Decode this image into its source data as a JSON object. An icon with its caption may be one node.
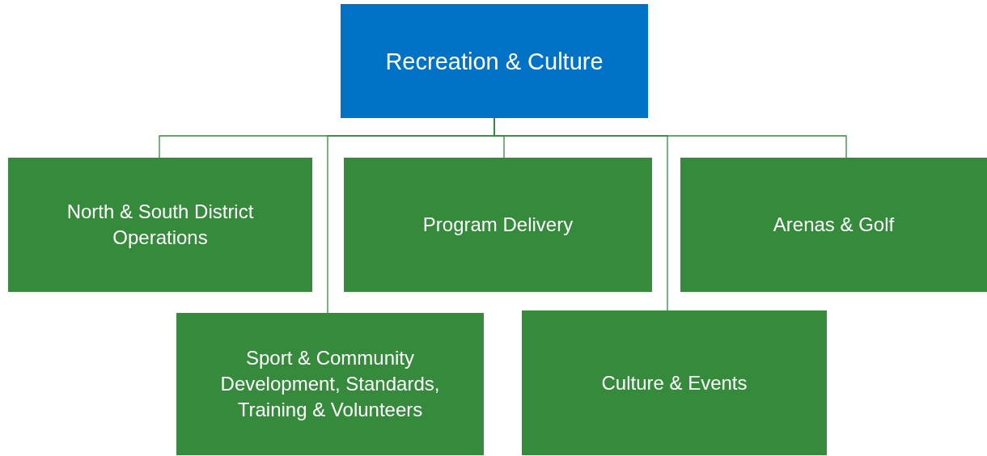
{
  "diagram": {
    "nodes": [
      {
        "text": [
          "Recreation & Culture"
        ]
      },
      {
        "text": [
          "North & South District Operations"
        ]
      },
      {
        "text": [
          "Program Delivery"
        ]
      },
      {
        "text": [
          "Arenas & Golf"
        ]
      },
      {
        "text": [
          "Sport & Community Development, Standards, Training & Volunteers"
        ]
      },
      {
        "text": [
          "Culture & Events"
        ]
      }
    ],
    "edges": [
      {
        "from": 0,
        "to": 1,
        "arrow": "none"
      },
      {
        "from": 0,
        "to": 2,
        "arrow": "none"
      },
      {
        "from": 0,
        "to": 3,
        "arrow": "none"
      },
      {
        "from": 0,
        "to": 4,
        "arrow": "none"
      },
      {
        "from": 0,
        "to": 5,
        "arrow": "none"
      }
    ]
  }
}
